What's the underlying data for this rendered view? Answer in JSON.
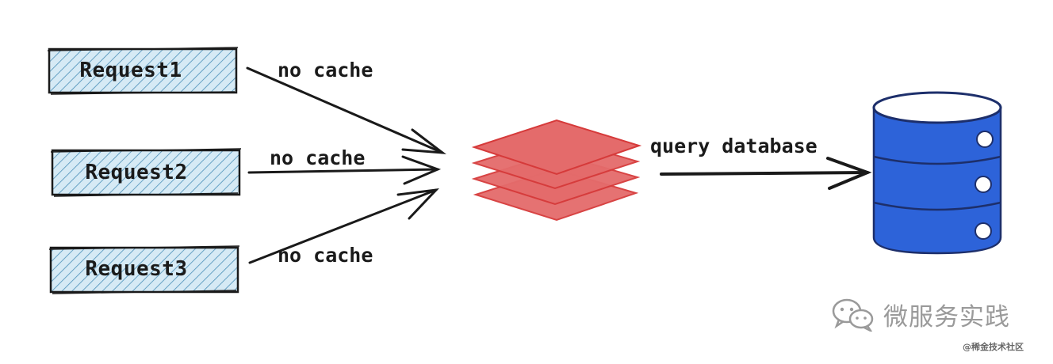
{
  "requests": [
    {
      "label": "Request1"
    },
    {
      "label": "Request2"
    },
    {
      "label": "Request3"
    }
  ],
  "edges": [
    {
      "label": "no cache"
    },
    {
      "label": "no cache"
    },
    {
      "label": "no cache"
    },
    {
      "label": "query database"
    }
  ],
  "watermark": {
    "icon": "wechat-icon",
    "text": "微服务实践"
  },
  "credit": "@稀金技术社区",
  "colors": {
    "request_fill": "#d6eaf5",
    "request_hatch": "#4a8fb8",
    "stack_fill": "#e46b6b",
    "stack_stroke": "#d63a3a",
    "db_fill": "#2d63d9",
    "db_stroke": "#1d2f6b",
    "ink": "#1a1a1a"
  }
}
